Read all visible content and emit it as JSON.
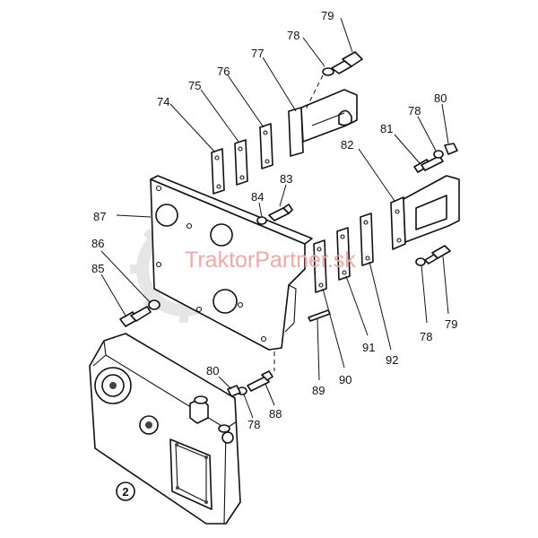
{
  "watermark": "TraktorPartner.sk",
  "callouts": {
    "c78_top": "78",
    "c79_top": "79",
    "c77": "77",
    "c76": "76",
    "c75": "75",
    "c74": "74",
    "c80_r": "80",
    "c78_r": "78",
    "c81": "81",
    "c82": "82",
    "c83": "83",
    "c84": "84",
    "c87": "87",
    "c86": "86",
    "c85": "85",
    "c78_br": "78",
    "c79_br": "79",
    "c90": "90",
    "c91": "91",
    "c92": "92",
    "c89": "89",
    "c80_b": "80",
    "c78_b": "78",
    "c88": "88"
  },
  "assembly_number": "2"
}
